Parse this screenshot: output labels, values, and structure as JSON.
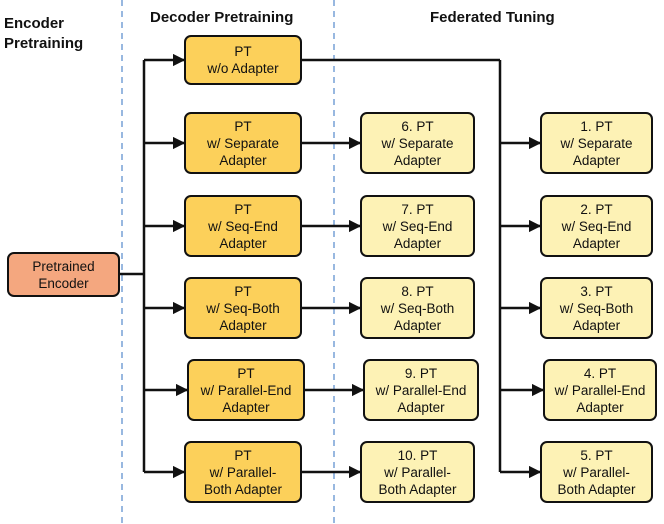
{
  "headers": {
    "encoder": "Encoder\nPretraining",
    "decoder": "Decoder Pretraining",
    "federated": "Federated Tuning"
  },
  "encoder_box": "Pretrained\nEncoder",
  "decoder_boxes": [
    "PT\nw/o Adapter",
    "PT\nw/ Separate\nAdapter",
    "PT\nw/ Seq-End\nAdapter",
    "PT\nw/ Seq-Both\nAdapter",
    "PT\nw/ Parallel-End\nAdapter",
    "PT\nw/ Parallel-\nBoth Adapter"
  ],
  "federated_mid_boxes": [
    "6. PT\nw/ Separate\nAdapter",
    "7. PT\nw/ Seq-End\nAdapter",
    "8. PT\nw/ Seq-Both\nAdapter",
    "9. PT\nw/ Parallel-End\nAdapter",
    "10. PT\nw/ Parallel-\nBoth Adapter"
  ],
  "federated_right_boxes": [
    "1. PT\nw/ Separate\nAdapter",
    "2. PT\nw/ Seq-End\nAdapter",
    "3. PT\nw/ Seq-Both\nAdapter",
    "4. PT\nw/ Parallel-End\nAdapter",
    "5. PT\nw/ Parallel-\nBoth Adapter"
  ],
  "colors": {
    "encoder_fill": "#f4a77f",
    "decoder_fill": "#fcd05a",
    "federated_fill": "#fdf2b5",
    "divider": "#7ea6d8",
    "line": "#111111"
  }
}
